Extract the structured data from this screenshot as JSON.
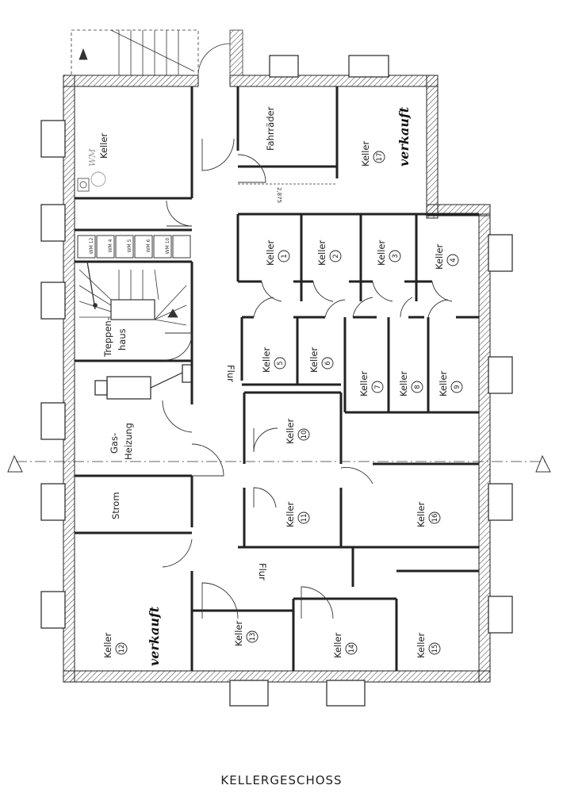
{
  "plan": {
    "title": "KELLERGESCHOSS",
    "rooms": [
      {
        "id": "keller-top",
        "label": "Keller"
      },
      {
        "id": "fahrraeder",
        "label": "Fahrräder"
      },
      {
        "id": "keller-17",
        "label": "Keller",
        "number": "17",
        "note": "verkauft"
      },
      {
        "id": "keller-1",
        "label": "Keller",
        "number": "1"
      },
      {
        "id": "keller-2",
        "label": "Keller",
        "number": "2"
      },
      {
        "id": "keller-3",
        "label": "Keller",
        "number": "3"
      },
      {
        "id": "keller-4",
        "label": "Keller",
        "number": "4"
      },
      {
        "id": "keller-5",
        "label": "Keller",
        "number": "5"
      },
      {
        "id": "keller-6",
        "label": "Keller",
        "number": "6"
      },
      {
        "id": "keller-7",
        "label": "Keller",
        "number": "7"
      },
      {
        "id": "keller-8",
        "label": "Keller",
        "number": "8"
      },
      {
        "id": "keller-9",
        "label": "Keller",
        "number": "9"
      },
      {
        "id": "keller-10",
        "label": "Keller",
        "number": "10"
      },
      {
        "id": "keller-11",
        "label": "Keller",
        "number": "11"
      },
      {
        "id": "keller-16",
        "label": "Keller",
        "number": "16"
      },
      {
        "id": "keller-12",
        "label": "Keller",
        "number": "12",
        "note": "verkauft"
      },
      {
        "id": "keller-13",
        "label": "Keller",
        "number": "13"
      },
      {
        "id": "keller-14",
        "label": "Keller",
        "number": "14"
      },
      {
        "id": "keller-15",
        "label": "Keller",
        "number": "15"
      }
    ],
    "treppenhaus": {
      "line1": "Treppen-",
      "line2": "haus"
    },
    "gasheizung": {
      "line1": "Gas-",
      "line2": "Heizung"
    },
    "strom": "Strom",
    "flur": "Flur",
    "wm": "WM",
    "dimension": "2,875",
    "meters": [
      "WM 12",
      "WM 4",
      "WM 5",
      "WM 6",
      "WM 10"
    ]
  }
}
